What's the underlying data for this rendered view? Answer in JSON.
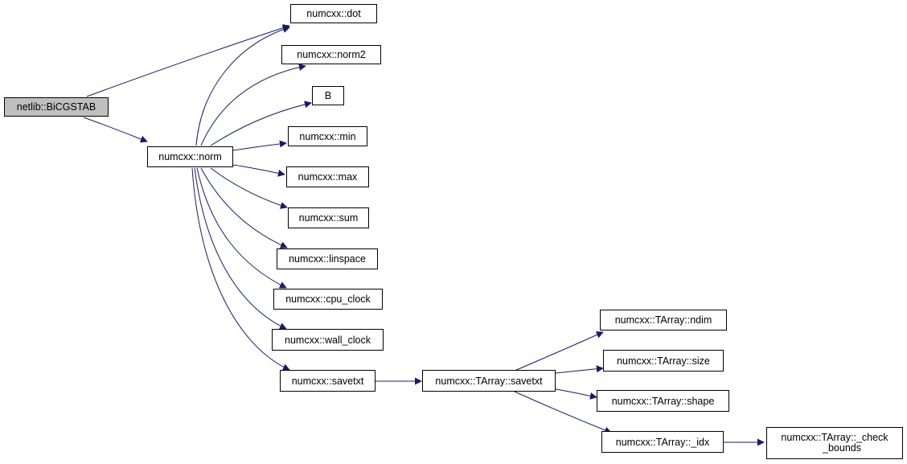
{
  "diagram": {
    "colors": {
      "edge": "#191970",
      "node_border": "#000000",
      "root_fill": "#bfbfbf",
      "node_fill": "#ffffff"
    },
    "nodes": {
      "bicgstab": "netlib::BiCGSTAB",
      "dot": "numcxx::dot",
      "norm2": "numcxx::norm2",
      "b": "B",
      "norm": "numcxx::norm",
      "min": "numcxx::min",
      "max": "numcxx::max",
      "sum": "numcxx::sum",
      "linspace": "numcxx::linspace",
      "cpu_clock": "numcxx::cpu_clock",
      "wall_clock": "numcxx::wall_clock",
      "savetxt": "numcxx::savetxt",
      "tarray_savetxt": "numcxx::TArray::savetxt",
      "ndim": "numcxx::TArray::ndim",
      "size": "numcxx::TArray::size",
      "shape": "numcxx::TArray::shape",
      "idx": "numcxx::TArray::_idx",
      "check_bounds_line1": "numcxx::TArray::_check",
      "check_bounds_line2": "_bounds"
    },
    "edges": [
      [
        "bicgstab",
        "dot"
      ],
      [
        "bicgstab",
        "norm"
      ],
      [
        "norm",
        "dot"
      ],
      [
        "norm",
        "norm2"
      ],
      [
        "norm",
        "b"
      ],
      [
        "norm",
        "min"
      ],
      [
        "norm",
        "max"
      ],
      [
        "norm",
        "sum"
      ],
      [
        "norm",
        "linspace"
      ],
      [
        "norm",
        "cpu_clock"
      ],
      [
        "norm",
        "wall_clock"
      ],
      [
        "norm",
        "savetxt"
      ],
      [
        "savetxt",
        "tarray_savetxt"
      ],
      [
        "tarray_savetxt",
        "ndim"
      ],
      [
        "tarray_savetxt",
        "size"
      ],
      [
        "tarray_savetxt",
        "shape"
      ],
      [
        "tarray_savetxt",
        "idx"
      ],
      [
        "idx",
        "check_bounds"
      ]
    ]
  }
}
